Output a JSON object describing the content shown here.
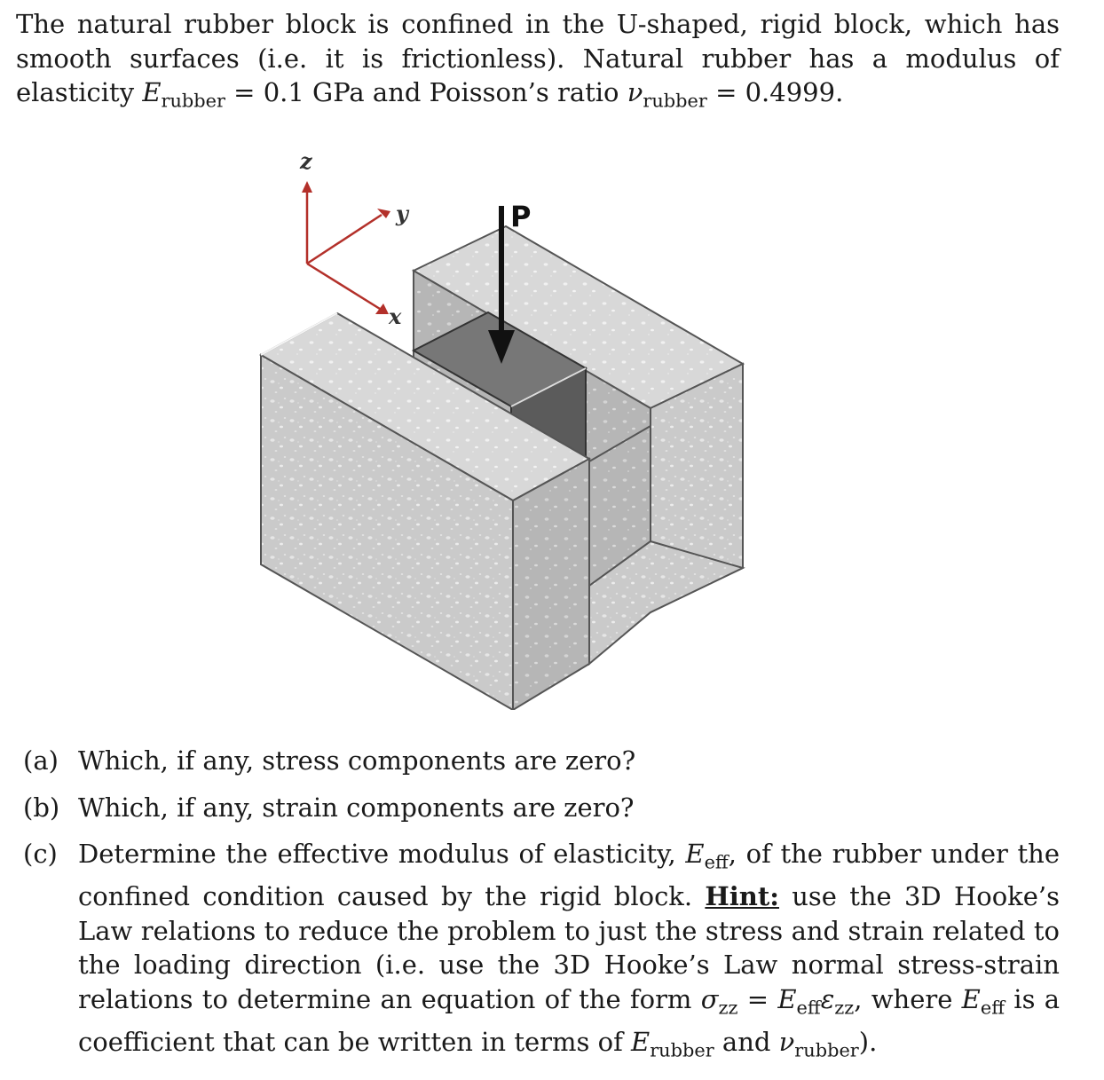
{
  "intro": {
    "part1": "The natural rubber block is confined in the U-shaped, rigid block, which has smooth surfaces (i.e. it is frictionless). Natural rubber has a modulus of elasticity ",
    "E_symbol": "E",
    "E_sub": "rubber",
    "part2": " = 0.1 GPa and Poisson’s ratio ",
    "nu_symbol": "ν",
    "nu_sub": "rubber",
    "part3": " = 0.4999."
  },
  "figure": {
    "axis_z": "z",
    "axis_y": "y",
    "axis_x": "x",
    "load_label": "P",
    "colors": {
      "axis": "#b3302a",
      "block": "#c9c9c9",
      "rubber": "#6b6b6b"
    }
  },
  "questions": [
    {
      "letter": "(a)",
      "text": "Which, if any, stress components are zero?"
    },
    {
      "letter": "(b)",
      "text": "Which, if any, strain components are zero?"
    },
    {
      "letter": "(c)",
      "t1": "Determine the effective modulus of elasticity, ",
      "Eeff": "E",
      "Eeff_sub": "eff",
      "t2": ", of the rubber under the confined condition caused by the rigid block. ",
      "hint": "Hint:",
      "t3": " use the 3D Hooke’s Law relations to reduce the problem to just the stress and strain related to the loading direction (i.e. use the 3D Hooke’s Law normal stress-strain relations to determine an equation of the form ",
      "sigma": "σ",
      "sigma_sub": "zz",
      "eq": " = ",
      "Eeff2": "E",
      "Eeff2_sub": "eff",
      "eps": "ε",
      "eps_sub": "zz",
      "t4": ", where ",
      "Eeff3": "E",
      "Eeff3_sub": "eff",
      "t5": " is a coefficient that can be written in terms of ",
      "Er": "E",
      "Er_sub": "rubber",
      "t6": " and ",
      "nur": "ν",
      "nur_sub": "rubber",
      "t7": ")."
    }
  ]
}
